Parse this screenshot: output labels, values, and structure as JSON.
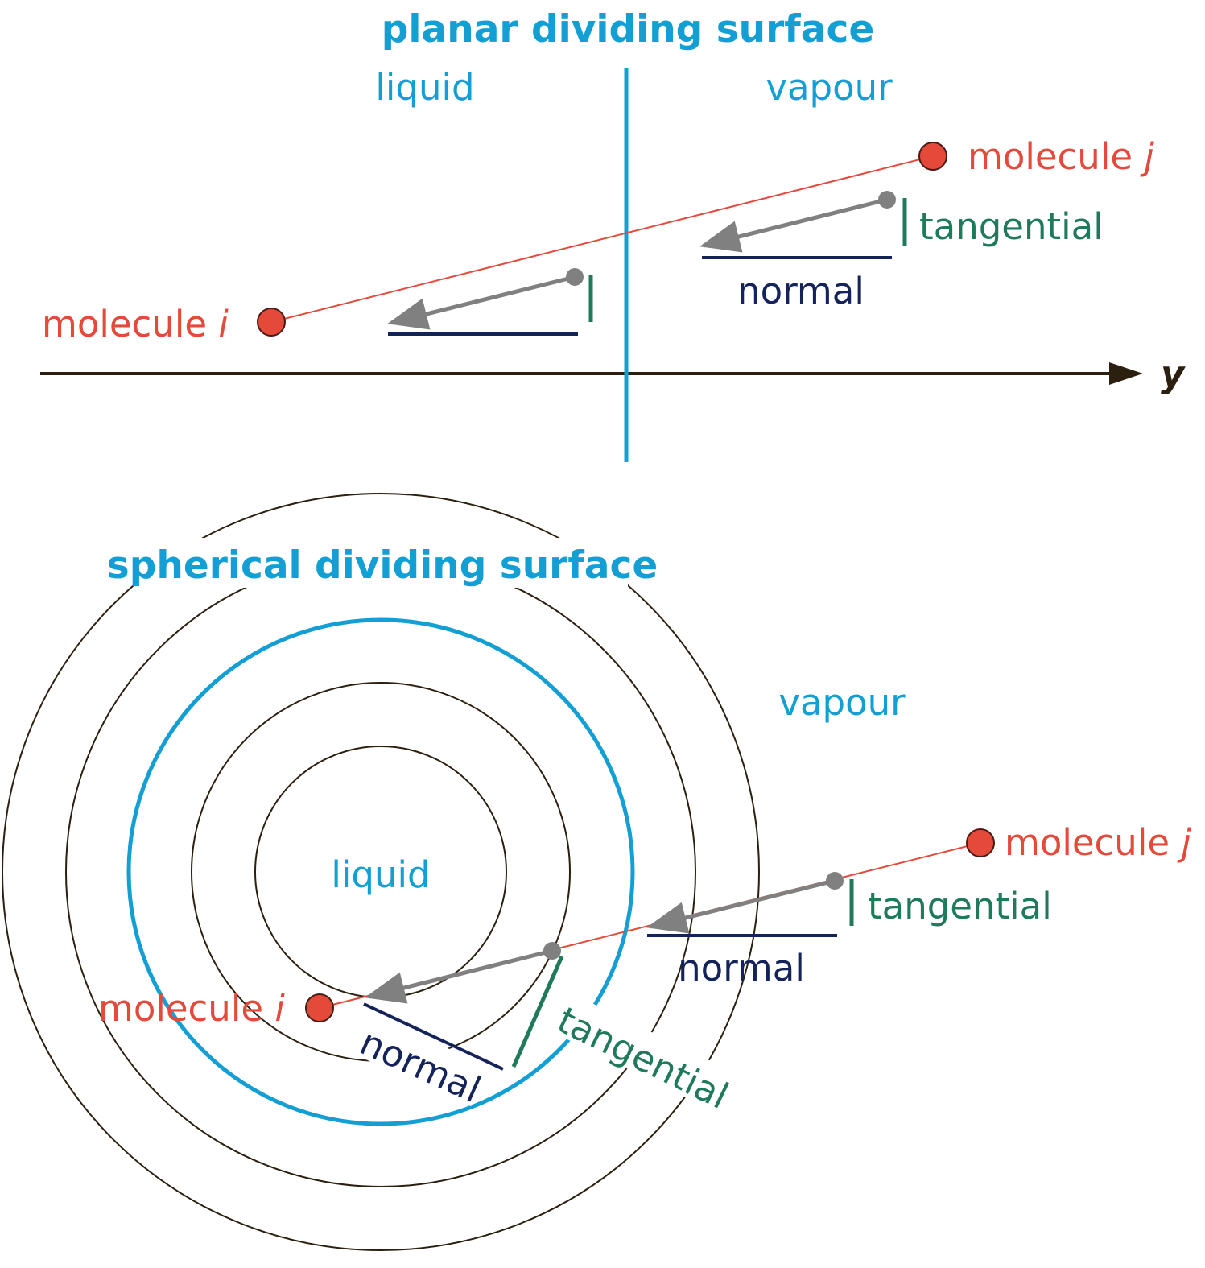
{
  "colors": {
    "surface": "#149fd4",
    "molecule": "#e5493a",
    "normal": "#14235a",
    "tangential": "#1f7a5a",
    "force_arrow": "#808080",
    "axis": "#2b2010",
    "shell": "#2b2010"
  },
  "planar": {
    "title": "planar dividing surface",
    "liquid_label": "liquid",
    "vapour_label": "vapour",
    "molecule_i_label": "molecule ",
    "molecule_i_var": "i",
    "molecule_j_label": "molecule ",
    "molecule_j_var": "j",
    "tangential_label": "tangential",
    "normal_label": "normal",
    "axis_label": "y"
  },
  "spherical": {
    "title": "spherical dividing surface",
    "liquid_label": "liquid",
    "vapour_label": "vapour",
    "molecule_i_label": "molecule ",
    "molecule_i_var": "i",
    "molecule_j_label": "molecule ",
    "molecule_j_var": "j",
    "tangential_outer_label": "tangential",
    "normal_outer_label": "normal",
    "tangential_inner_label": "tangential",
    "normal_inner_label": "normal"
  }
}
